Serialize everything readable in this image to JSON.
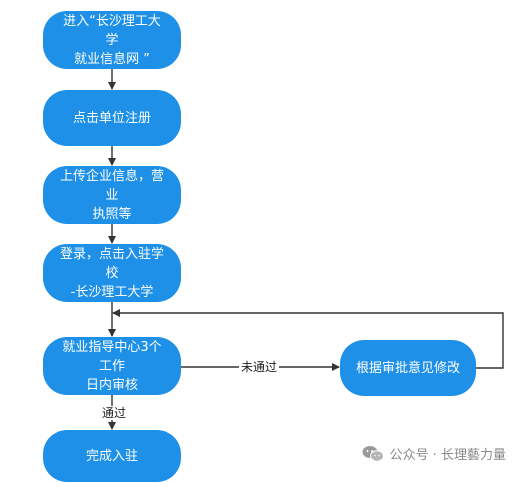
{
  "flowchart": {
    "nodes": {
      "enter_site": "进入“长沙理工大学\n就业信息网 ”",
      "register": "点击单位注册",
      "upload_info": "上传企业信息，营业\n执照等",
      "login": "登录，点击入驻学校\n-长沙理工大学",
      "review": "就业指导中心3个工作\n日内审核",
      "done": "完成入驻",
      "revise": "根据审批意见修改"
    },
    "edge_labels": {
      "fail": "未通过",
      "pass": "通过"
    }
  },
  "watermark": {
    "text": "公众号 · 长理藝力量",
    "icon": "wechat-icon"
  },
  "colors": {
    "node_fill": "#1e90e8",
    "node_text": "#ffffff",
    "edge": "#333333"
  }
}
